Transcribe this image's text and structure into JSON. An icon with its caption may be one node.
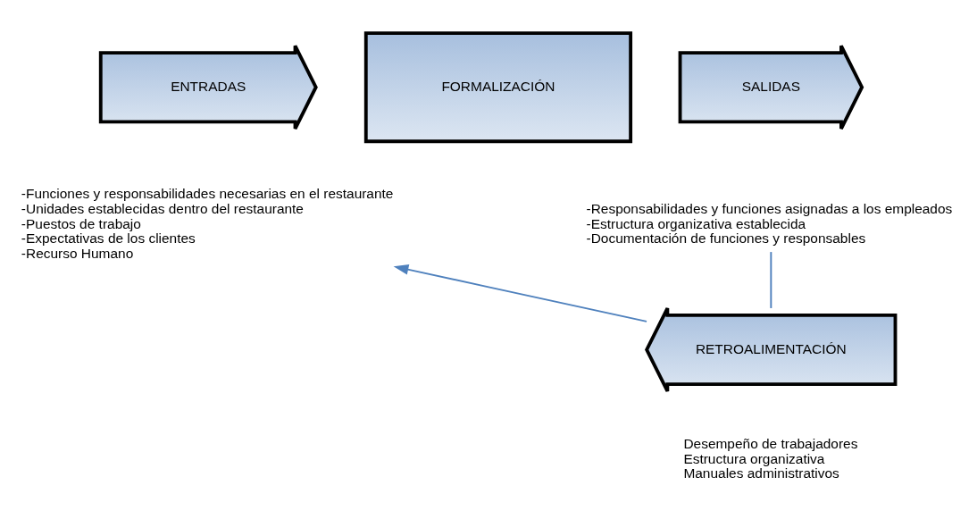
{
  "diagram": {
    "nodes": [
      {
        "text": [
          "ENTRADAS"
        ]
      },
      {
        "text": [
          "FORMALIZACIÓN"
        ]
      },
      {
        "text": [
          "SALIDAS"
        ]
      },
      {
        "text": [
          "-Funciones y responsabilidades necesarias en el restaurante",
          "-Unidades establecidas dentro del restaurante",
          "-Puestos de trabajo",
          "-Expectativas de los clientes",
          "-Recurso Humano"
        ]
      },
      {
        "text": [
          "-Responsabilidades y funciones asignadas a los empleados",
          "-Estructura organizativa establecida",
          "-Documentación de funciones y responsables"
        ]
      },
      {
        "text": [
          "RETROALIMENTACIÓN"
        ],
        "beside": [
          "Desempeño de trabajadores",
          "Estructura organizativa",
          "Manuales administrativos"
        ]
      }
    ],
    "edges": [
      {
        "from": 4,
        "to": 5,
        "arrow": "none",
        "color": "#4f81bd"
      },
      {
        "from": 5,
        "to": 3,
        "arrow": "to",
        "color": "#4f81bd"
      }
    ]
  }
}
